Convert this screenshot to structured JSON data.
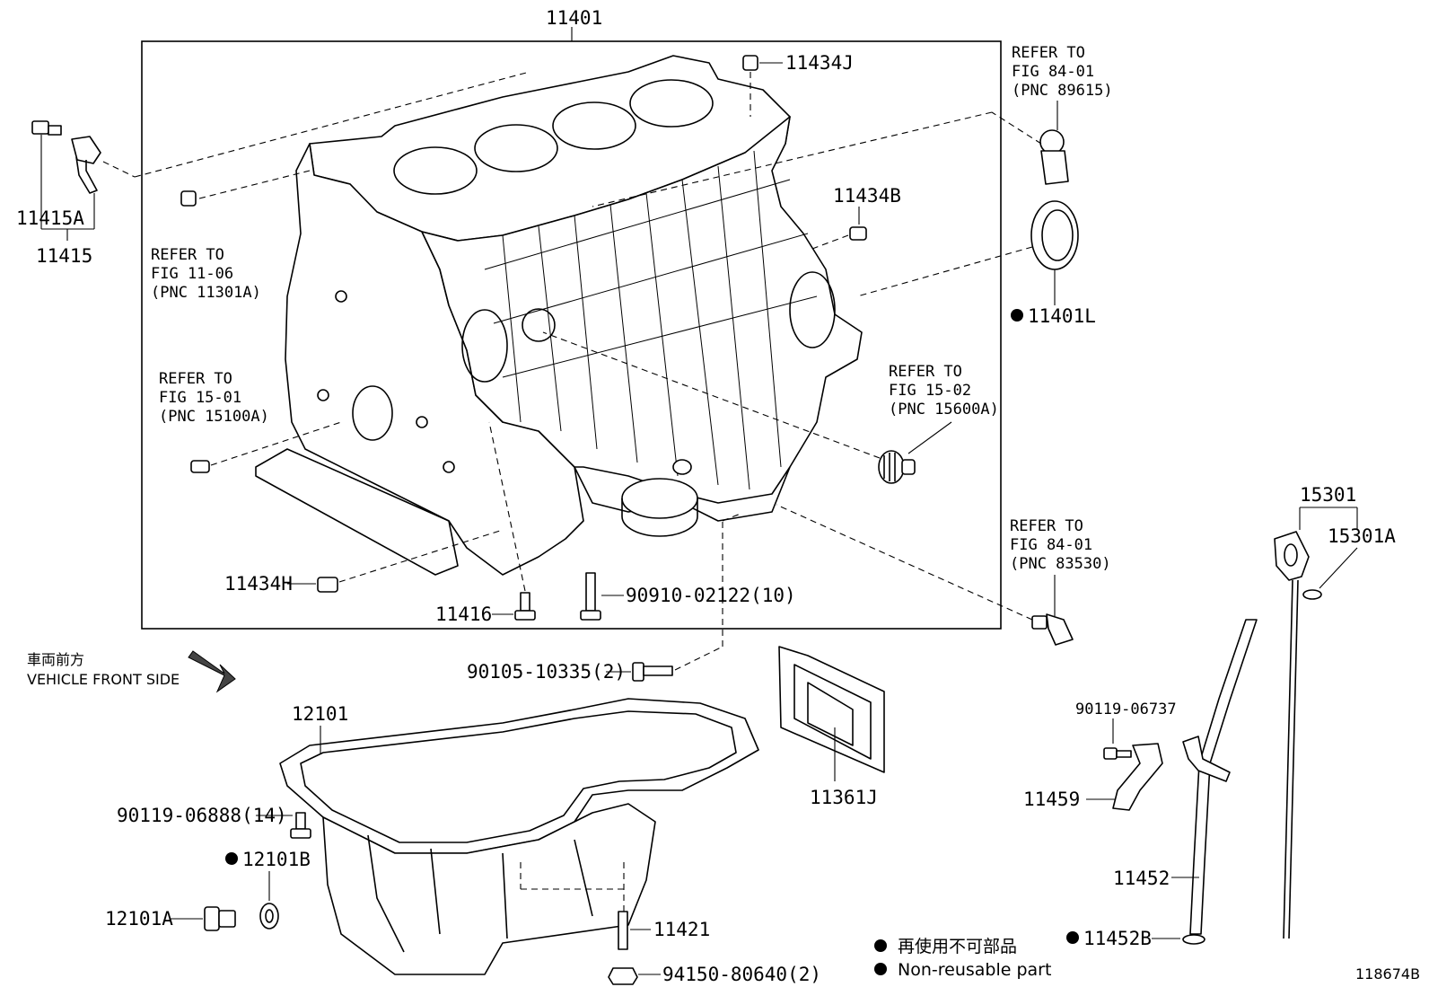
{
  "labels": {
    "block_main": "11401",
    "pin_11434J": "11434J",
    "pin_11434B": "11434B",
    "pin_11434H": "11434H",
    "sensor_11415A": "11415A",
    "sensor_11415": "11415",
    "seal_11401L": "11401L",
    "bolt_11416": "11416",
    "bolt_90910": "90910-02122(10)",
    "bolt_90105": "90105-10335(2)",
    "pan_12101": "12101",
    "bolt_90119_06888": "90119-06888(14)",
    "gasket_12101B": "12101B",
    "plug_12101A": "12101A",
    "stud_11421": "11421",
    "nut_94150": "94150-80640(2)",
    "baffle_11361J": "11361J",
    "bolt_90119_06737": "90119-06737",
    "bracket_11459": "11459",
    "guide_11452": "11452",
    "oring_11452B": "11452B",
    "gauge_15301": "15301",
    "oring_15301A": "15301A"
  },
  "refs": {
    "ref1": [
      "REFER TO",
      "FIG 11-06",
      "(PNC 11301A)"
    ],
    "ref2": [
      "REFER TO",
      "FIG 15-01",
      "(PNC 15100A)"
    ],
    "ref3": [
      "REFER TO",
      "FIG 84-01",
      "(PNC 89615)"
    ],
    "ref4": [
      "REFER TO",
      "FIG 15-02",
      "(PNC 15600A)"
    ],
    "ref5": [
      "REFER TO",
      "FIG 84-01",
      "(PNC 83530)"
    ]
  },
  "direction": {
    "jp": "車両前方",
    "en": "VEHICLE FRONT SIDE"
  },
  "legend": {
    "jp": "再使用不可部品",
    "en": "Non-reusable part"
  },
  "figure_id": "118674B"
}
